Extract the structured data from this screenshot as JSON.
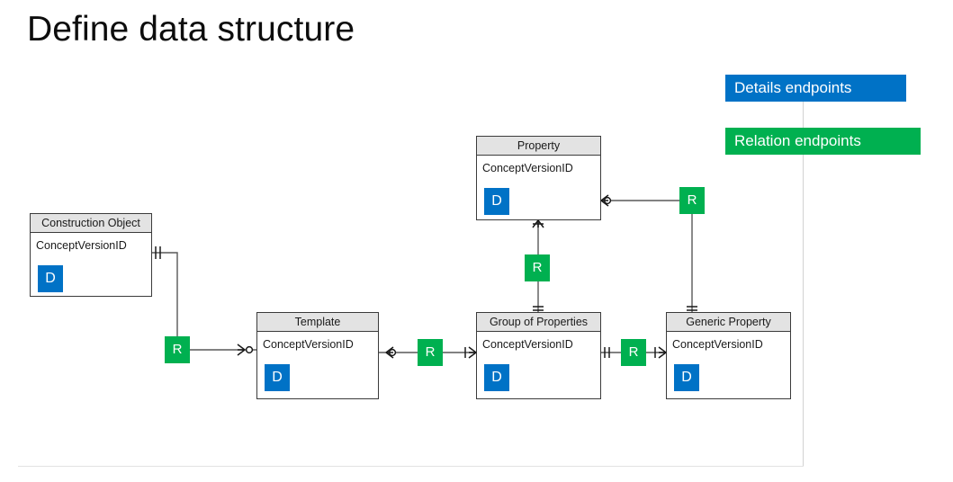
{
  "slide": {
    "title": "Define data structure"
  },
  "legend": {
    "items": [
      {
        "label": "Details endpoints",
        "color": "#0072c6",
        "badge": "D"
      },
      {
        "label": "Relation endpoints",
        "color": "#00b050",
        "badge": "R"
      }
    ]
  },
  "diagram": {
    "type": "entity-relationship",
    "entities": [
      {
        "id": "construction-object",
        "name": "Construction Object",
        "attribute": "ConceptVersionID",
        "detail_badge": "D"
      },
      {
        "id": "property",
        "name": "Property",
        "attribute": "ConceptVersionID",
        "detail_badge": "D"
      },
      {
        "id": "template",
        "name": "Template",
        "attribute": "ConceptVersionID",
        "detail_badge": "D"
      },
      {
        "id": "group-of-properties",
        "name": "Group of Properties",
        "attribute": "ConceptVersionID",
        "detail_badge": "D"
      },
      {
        "id": "generic-property",
        "name": "Generic Property",
        "attribute": "ConceptVersionID",
        "detail_badge": "D"
      }
    ],
    "relations": [
      {
        "id": "co-template",
        "badge": "R",
        "from": "construction-object",
        "to": "template",
        "from_cardinality": "one-and-only-one",
        "to_cardinality": "zero-or-many"
      },
      {
        "id": "tpl-gop",
        "badge": "R",
        "from": "template",
        "to": "group-of-properties",
        "from_cardinality": "zero-or-many",
        "to_cardinality": "one-or-many"
      },
      {
        "id": "gop-gp",
        "badge": "R",
        "from": "group-of-properties",
        "to": "generic-property",
        "from_cardinality": "one-and-only-one",
        "to_cardinality": "one-or-many"
      },
      {
        "id": "prop-gop",
        "badge": "R",
        "from": "property",
        "to": "group-of-properties",
        "from_cardinality": "one-or-many",
        "to_cardinality": "one-and-only-one"
      },
      {
        "id": "prop-gp",
        "badge": "R",
        "from": "property",
        "to": "generic-property",
        "from_cardinality": "zero-or-many",
        "to_cardinality": "one-and-only-one"
      }
    ]
  },
  "colors": {
    "details": "#0072c6",
    "relation": "#00b050",
    "entity_header": "#e3e3e3",
    "entity_border": "#3b3b3b",
    "connector": "#595959"
  }
}
